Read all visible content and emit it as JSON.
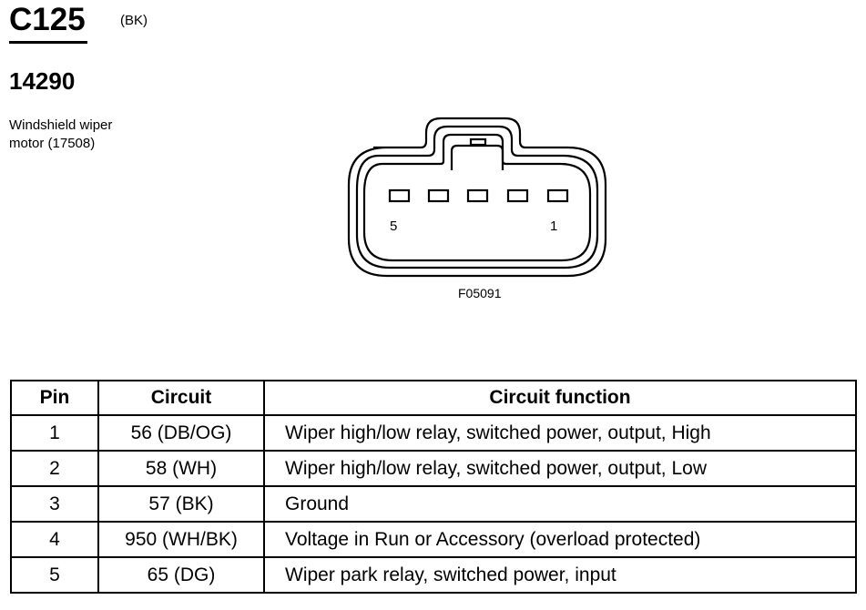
{
  "connector": {
    "id": "C125",
    "color": "(BK)",
    "part_number": "14290",
    "description_line1": "Windshield wiper",
    "description_line2": "motor (17508)"
  },
  "diagram": {
    "pin_label_left": "5",
    "pin_label_right": "1",
    "figure_id": "F05091"
  },
  "table": {
    "headers": [
      "Pin",
      "Circuit",
      "Circuit function"
    ],
    "rows": [
      {
        "pin": "1",
        "circuit": "56 (DB/OG)",
        "function": "Wiper high/low relay, switched power, output, High"
      },
      {
        "pin": "2",
        "circuit": "58 (WH)",
        "function": "Wiper high/low relay, switched power, output, Low"
      },
      {
        "pin": "3",
        "circuit": "57 (BK)",
        "function": "Ground"
      },
      {
        "pin": "4",
        "circuit": "950 (WH/BK)",
        "function": "Voltage in Run or Accessory (overload protected)"
      },
      {
        "pin": "5",
        "circuit": "65 (DG)",
        "function": "Wiper park relay, switched power, input"
      }
    ]
  }
}
